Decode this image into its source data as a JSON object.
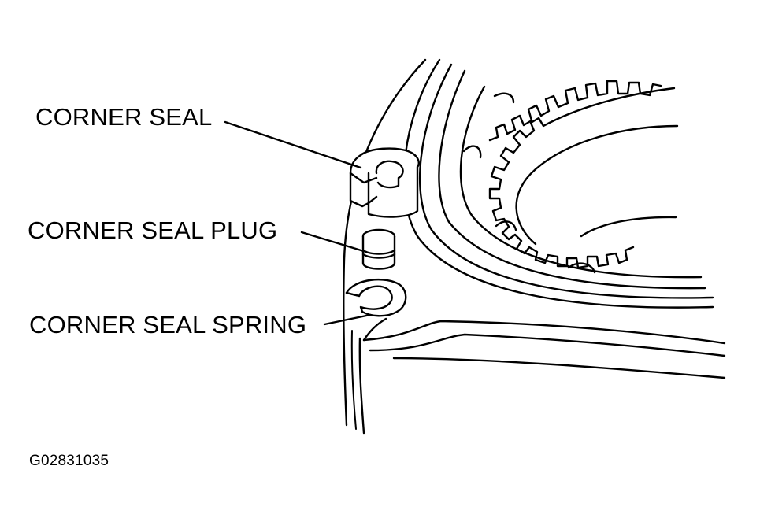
{
  "labels": {
    "corner_seal": "CORNER SEAL",
    "corner_seal_plug": "CORNER SEAL PLUG",
    "corner_seal_spring": "CORNER SEAL SPRING",
    "figure_id": "G02831035"
  },
  "colors": {
    "ink": "#000000",
    "background": "#ffffff"
  }
}
